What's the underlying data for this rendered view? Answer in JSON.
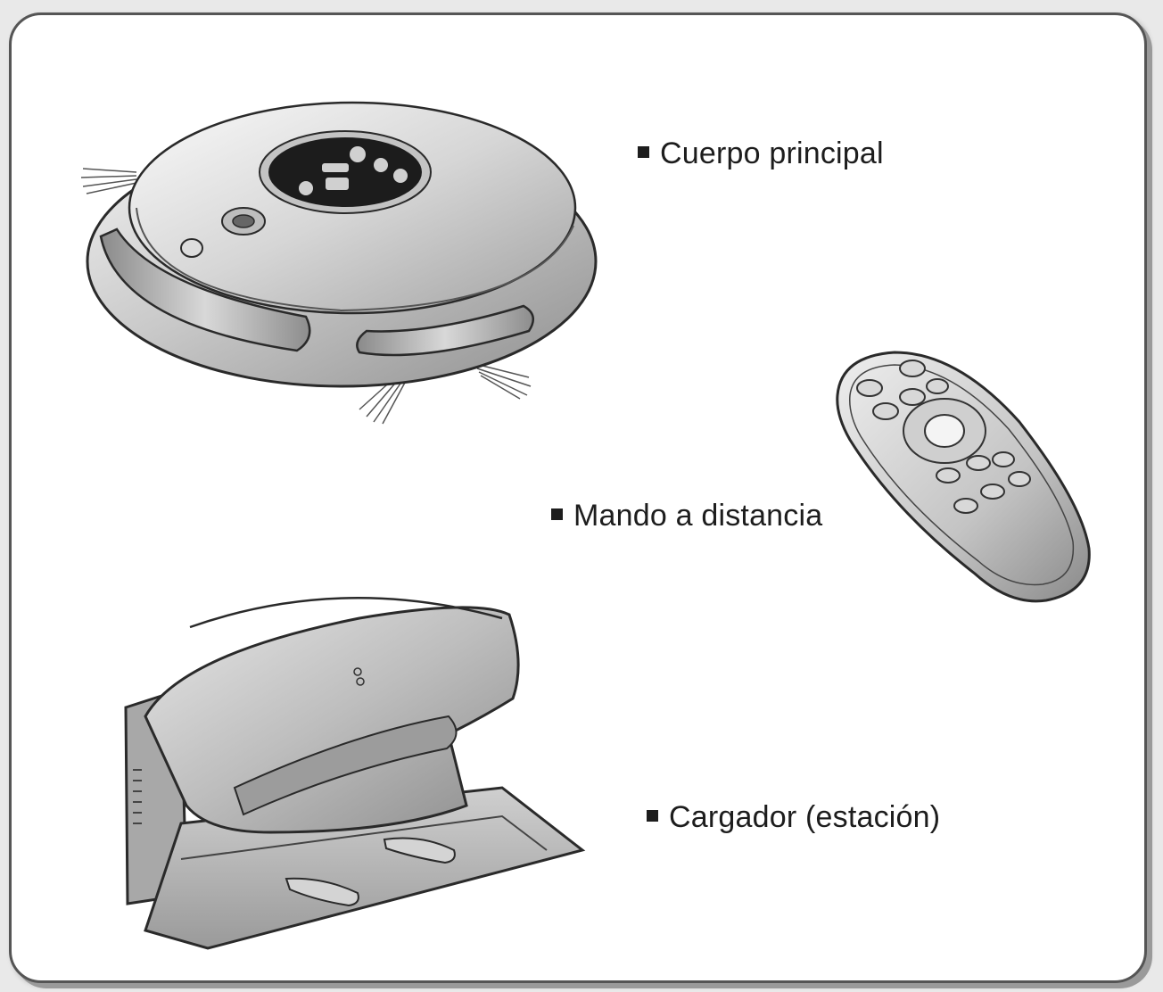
{
  "labels": {
    "main_body": "Cuerpo principal",
    "remote": "Mando a distancia",
    "charger": "Cargador (estación)"
  },
  "colors": {
    "frame_border": "#555555",
    "device_light": "#e4e4e4",
    "device_mid": "#b3b3b3",
    "device_dark": "#7a7a7a",
    "outline": "#2a2a2a",
    "display": "#1c1c1c"
  },
  "icons": {
    "robot": "robot-vacuum-illustration",
    "remote": "remote-control-illustration",
    "charger": "charging-station-illustration",
    "bullet": "square-bullet"
  }
}
